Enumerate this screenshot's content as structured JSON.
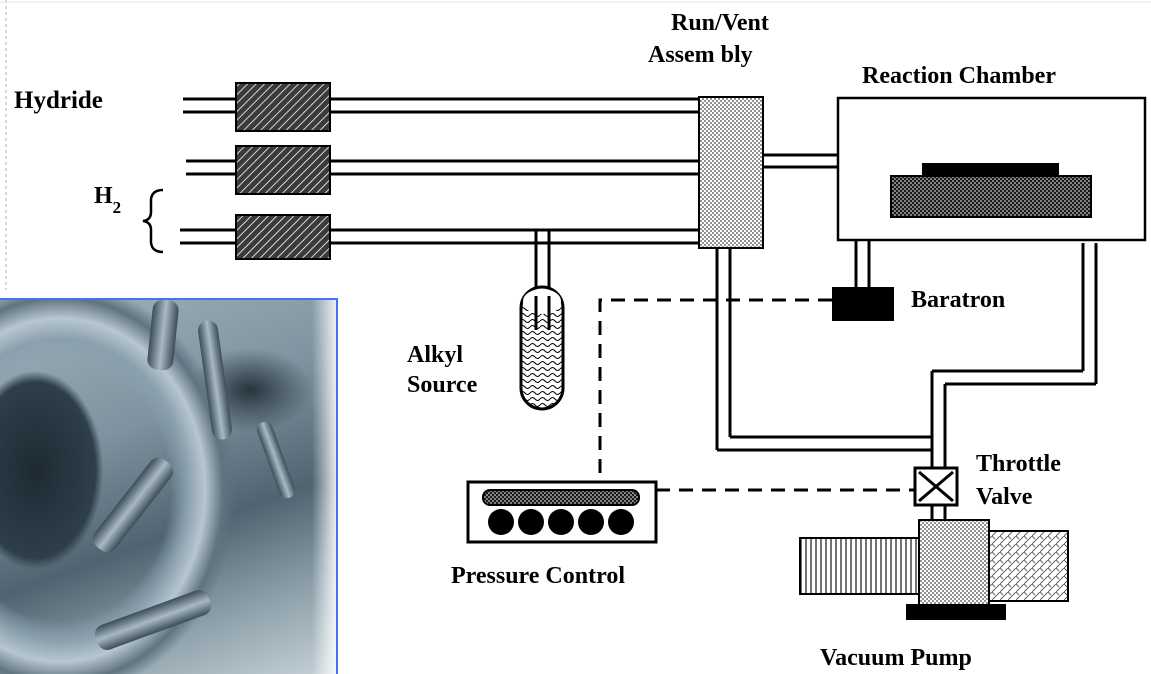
{
  "labels": {
    "hydride": "Hydride",
    "h2_main": "H",
    "h2_sub": "2",
    "run_vent_1": "Run/Vent",
    "run_vent_2": "Assem bly",
    "reaction_chamber": "Reaction Chamber",
    "baratron": "Baratron",
    "alkyl_1": "Alkyl",
    "alkyl_2": "Source",
    "throttle_1": "Throttle",
    "throttle_2": "Valve",
    "pressure_control": "Pressure Control",
    "vacuum_pump": "Vacuum Pump"
  },
  "colors": {
    "line": "#000000",
    "photo_border": "#4a6ff0"
  },
  "photo": {
    "icon": "equipment-photo"
  }
}
